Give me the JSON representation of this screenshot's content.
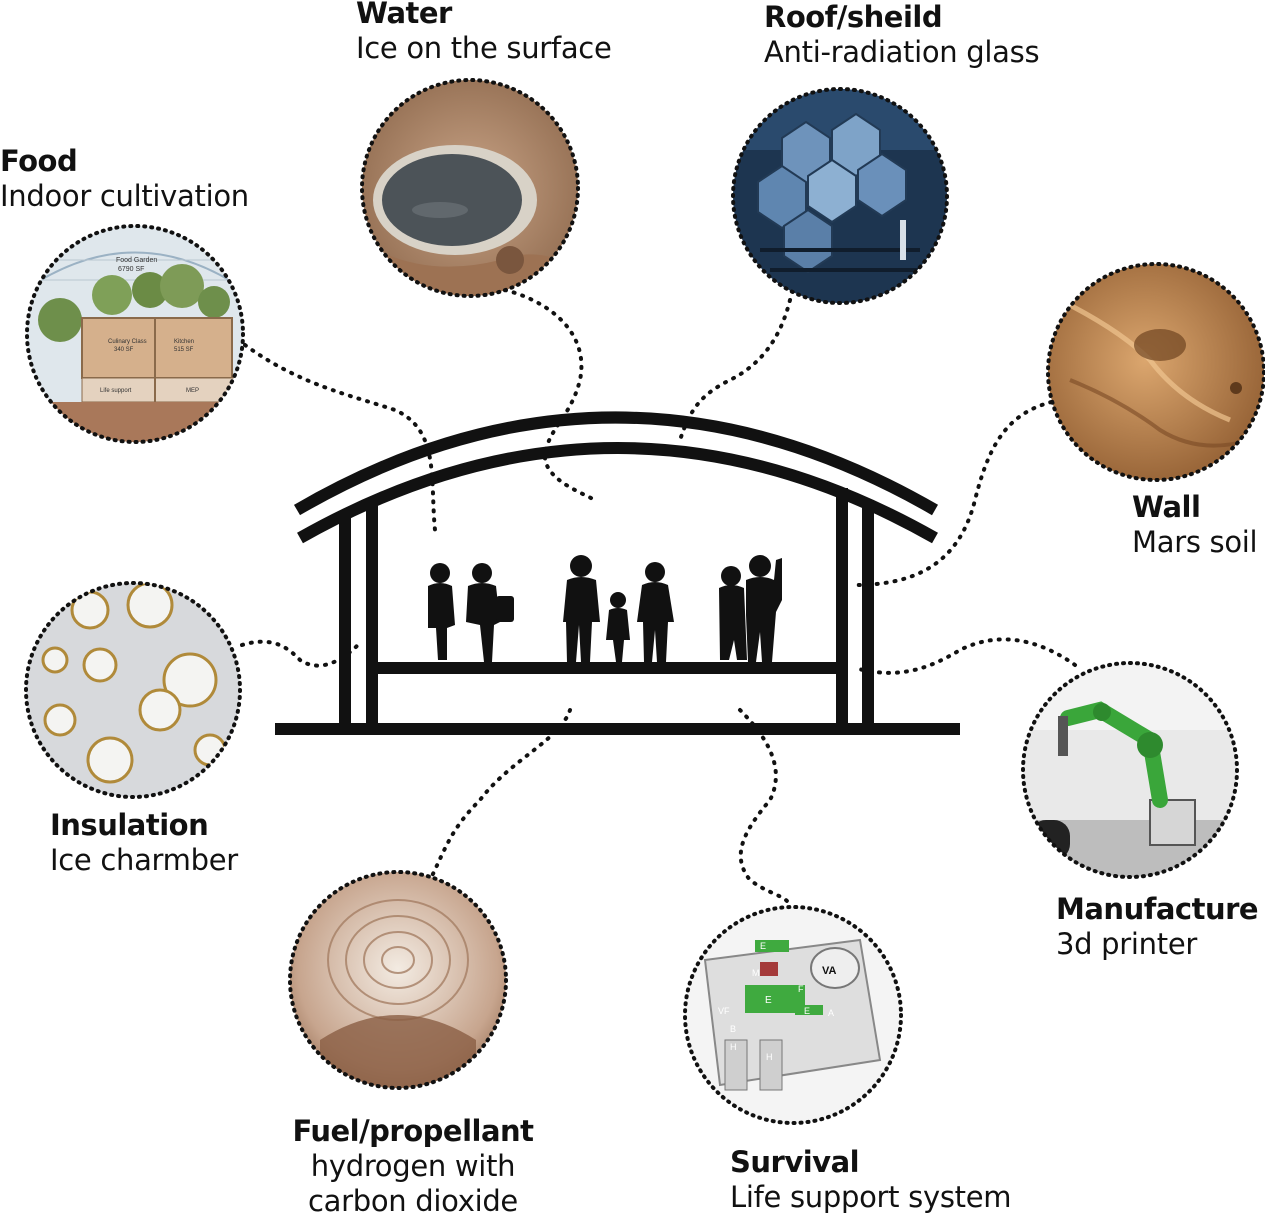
{
  "items": [
    {
      "key": "water",
      "title": "Water",
      "subtitle": "Ice on the surface"
    },
    {
      "key": "roof",
      "title": "Roof/sheild",
      "subtitle": "Anti-radiation glass"
    },
    {
      "key": "food",
      "title": "Food",
      "subtitle": "Indoor cultivation"
    },
    {
      "key": "wall",
      "title": "Wall",
      "subtitle": "Mars soil"
    },
    {
      "key": "insulation",
      "title": "Insulation",
      "subtitle": "Ice charmber"
    },
    {
      "key": "manufacture",
      "title": "Manufacture",
      "subtitle": "3d printer"
    },
    {
      "key": "fuel",
      "title": "Fuel/propellant",
      "subtitle": "hydrogen with",
      "subtitle2": "carbon dioxide"
    },
    {
      "key": "survival",
      "title": "Survival",
      "subtitle": "Life support system"
    }
  ],
  "photo_text": {
    "food_garden": "Food Garden",
    "food_garden_area": "6790 SF",
    "culinary": "Culinary Class",
    "culinary_area": "340 SF",
    "kitchen": "Kitchen",
    "kitchen_area": "515 SF",
    "life_support": "Life support",
    "mep": "MEP",
    "va": "VA",
    "vf": "VF",
    "e": "E",
    "f": "F",
    "m": "M",
    "a": "A",
    "b": "B",
    "h": "H"
  },
  "colors": {
    "ink": "#111111",
    "mars": "#b98558",
    "ice": "#e8e4de",
    "glass": "#4f77a5",
    "robot": "#3aa63a"
  }
}
